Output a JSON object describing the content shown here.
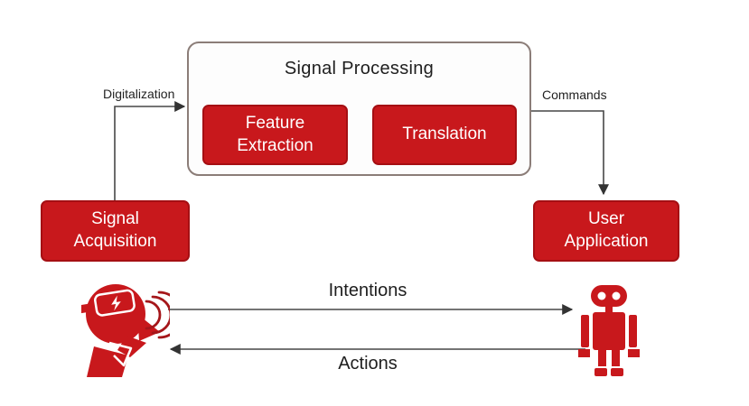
{
  "colors": {
    "box_red": "#c8181c",
    "box_red_border": "#a50f13",
    "container_border": "#8b7d78",
    "arrow_line": "#474747",
    "title_text": "#1e1e1e",
    "box_text": "#ffffff"
  },
  "signal_processing": {
    "title": "Signal Processing",
    "children": [
      {
        "label": "Feature Extraction"
      },
      {
        "label": "Translation"
      }
    ]
  },
  "boxes": {
    "signal_acquisition": "Signal Acquisition",
    "user_application": "User Application"
  },
  "arrows": {
    "digitalization": "Digitalization",
    "commands": "Commands",
    "intentions": "Intentions",
    "actions": "Actions"
  },
  "icons": {
    "user": "human-head-with-headset-icon",
    "robot": "robot-icon"
  }
}
